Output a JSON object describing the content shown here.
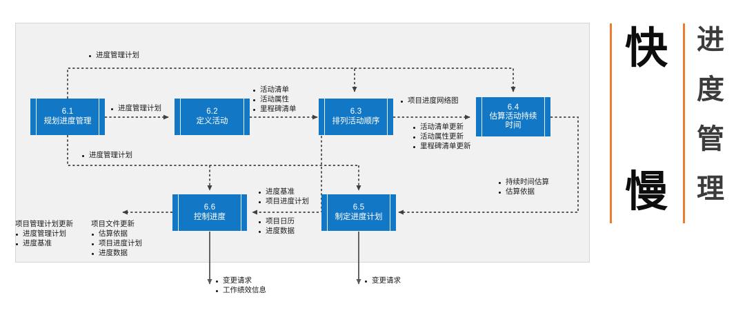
{
  "diagram": {
    "title_chars_left": [
      "快",
      "慢"
    ],
    "title_chars_right": [
      "进",
      "度",
      "管",
      "理"
    ],
    "accent_color": "#ec7c30",
    "box_color": "#1277c4",
    "panel_color": "#f1f1f1",
    "processes": [
      {
        "id": "6.1",
        "name": "规划进度管理"
      },
      {
        "id": "6.2",
        "name": "定义活动"
      },
      {
        "id": "6.3",
        "name": "排列活动顺序"
      },
      {
        "id": "6.4",
        "name": "估算活动持续\n时间",
        "line1": "估算活动持续",
        "line2": "时间"
      },
      {
        "id": "6.5",
        "name": "制定进度计划"
      },
      {
        "id": "6.6",
        "name": "控制进度"
      }
    ],
    "labels": {
      "top_plan": "进度管理计划",
      "p61_to_p62": "进度管理计划",
      "p61_down_plan": "进度管理计划",
      "p62_to_p63": [
        "活动清单",
        "活动属性",
        "里程碑清单"
      ],
      "p63_to_p64": "项目进度网络图",
      "p63_updates": [
        "活动清单更新",
        "活动属性更新",
        "里程碑清单更新"
      ],
      "p64_outputs": [
        "持续时间估算",
        "估算依据"
      ],
      "p65_to_p66_top": [
        "进度基准",
        "项目进度计划"
      ],
      "p65_to_p66_bottom": [
        "项目日历",
        "进度数据"
      ],
      "pm_plan_update_header": "项目管理计划更新",
      "pm_plan_update_items": [
        "进度管理计划",
        "进度基准"
      ],
      "doc_update_header": "项目文件更新",
      "doc_update_items": [
        "估算依据",
        "项目进度计划",
        "进度数据"
      ],
      "p66_outputs": [
        "变更请求",
        "工作绩效信息"
      ],
      "p65_outputs": [
        "变更请求"
      ]
    }
  }
}
